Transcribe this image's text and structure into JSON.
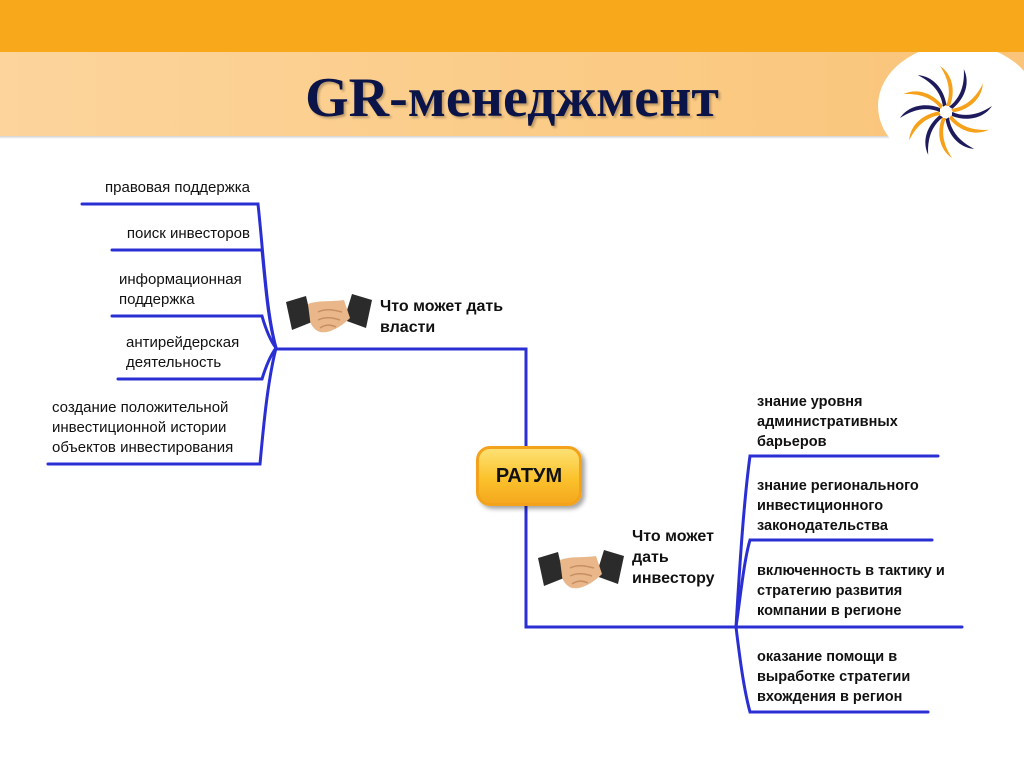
{
  "header": {
    "title": "GR-менеджмент"
  },
  "diagram": {
    "center": "РАТУМ",
    "branches": [
      {
        "label_line1": "Что может дать",
        "label_line2": "власти",
        "leaves": [
          [
            "правовая поддержка"
          ],
          [
            "поиск инвесторов"
          ],
          [
            "информационная",
            "поддержка"
          ],
          [
            "антирейдерская",
            "деятельность"
          ],
          [
            "создание положительной",
            "инвестиционной истории",
            "объектов инвестирования"
          ]
        ]
      },
      {
        "label_line1": "Что может",
        "label_line2": "дать",
        "label_line3": "инвестору",
        "leaves": [
          [
            "знание уровня",
            "административных",
            "барьеров"
          ],
          [
            "знание регионального",
            "инвестиционного",
            "законодательства"
          ],
          [
            "включенность в тактику и",
            "стратегию развития",
            "компании в регионе"
          ],
          [
            "оказание помощи в",
            "выработке стратегии",
            "вхождения в регион"
          ]
        ]
      }
    ]
  },
  "colors": {
    "header_band": "#f7a81b",
    "title_band": "#fbcb85",
    "title_text": "#0b1448",
    "connector": "#2a2fd4",
    "node_fill": "#fbc22c",
    "node_border": "#f3a31b"
  },
  "icons": {
    "logo": "sun-spiral-logo-icon",
    "branch": "handshake-icon"
  }
}
